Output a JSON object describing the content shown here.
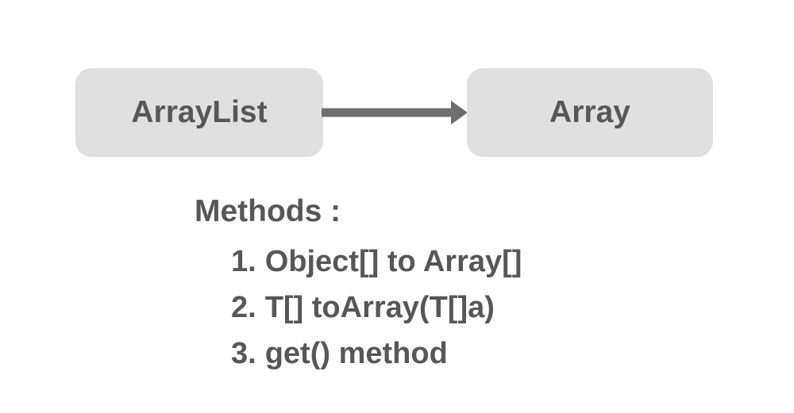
{
  "diagram": {
    "nodes": [
      {
        "id": "arraylist",
        "label": "ArrayList"
      },
      {
        "id": "array",
        "label": "Array"
      }
    ],
    "arrow": {
      "from": "ArrayList",
      "to": "Array",
      "direction": "right"
    }
  },
  "methods": {
    "title": "Methods :",
    "items": [
      {
        "number": "1.",
        "text": "Object[] to Array[]"
      },
      {
        "number": "2.",
        "text": "T[] toArray(T[]a)"
      },
      {
        "number": "3.",
        "text": "get() method"
      }
    ]
  },
  "colors": {
    "background": "#ffffff",
    "node_bg": "#e0e0e0",
    "text": "#575757",
    "arrow": "#6e6e6e"
  }
}
